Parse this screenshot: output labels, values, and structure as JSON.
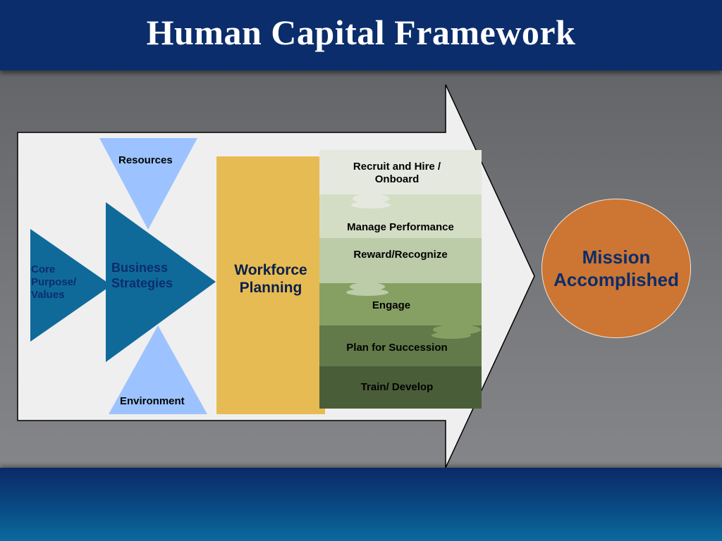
{
  "slide": {
    "title": "Human Capital Framework"
  },
  "diagram": {
    "core": "Core\nPurpose/\nValues",
    "strategies": "Business\nStrategies",
    "resources": "Resources",
    "environment": "Environment",
    "planning": "Workforce\nPlanning",
    "steps": [
      "Recruit and Hire /\nOnboard",
      "Manage Performance",
      "Reward/Recognize",
      "Engage",
      "Plan for Succession",
      "Train/ Develop"
    ],
    "outcome": "Mission\nAccomplished"
  },
  "colors": {
    "header": "#0b2d6b",
    "triangle_dark": "#0f6a9a",
    "triangle_light": "#9cc3ff",
    "planning": "#e7bb53",
    "outcome": "#cd7532"
  }
}
